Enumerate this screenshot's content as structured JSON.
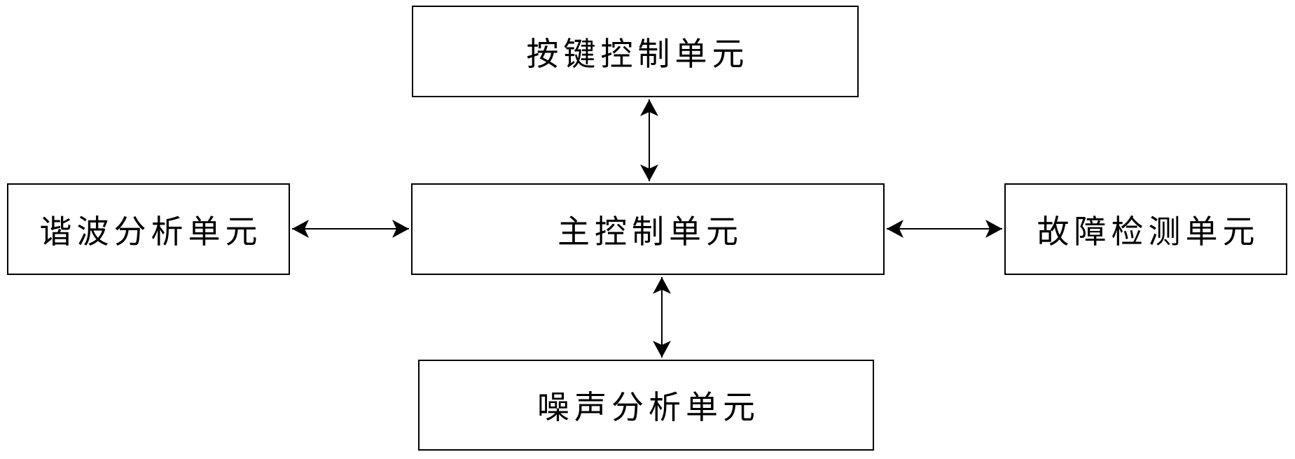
{
  "figure": {
    "background_color": "#ffffff",
    "line_color": "#000000",
    "units": [
      {
        "id": "key-control-unit",
        "label": "按键控制单元",
        "position": "top"
      },
      {
        "id": "harmonic-analysis-unit",
        "label": "谐波分析单元",
        "position": "middle-left"
      },
      {
        "id": "main-control-unit",
        "label": "主控制单元",
        "position": "middle-center"
      },
      {
        "id": "fault-detection-unit",
        "label": "故障检测单元",
        "position": "middle-right"
      },
      {
        "id": "noise-analysis-unit",
        "label": "噪声分析单元",
        "position": "bottom"
      }
    ],
    "connections": [
      {
        "from": "按键控制单元",
        "to": "主控制单元",
        "style": "double-headed-arrow",
        "orientation": "vertical"
      },
      {
        "from": "谐波分析单元",
        "to": "主控制单元",
        "style": "double-headed-arrow",
        "orientation": "horizontal"
      },
      {
        "from": "主控制单元",
        "to": "故障检测单元",
        "style": "double-headed-arrow",
        "orientation": "horizontal"
      },
      {
        "from": "主控制单元",
        "to": "噪声分析单元",
        "style": "double-headed-arrow",
        "orientation": "vertical"
      }
    ]
  }
}
